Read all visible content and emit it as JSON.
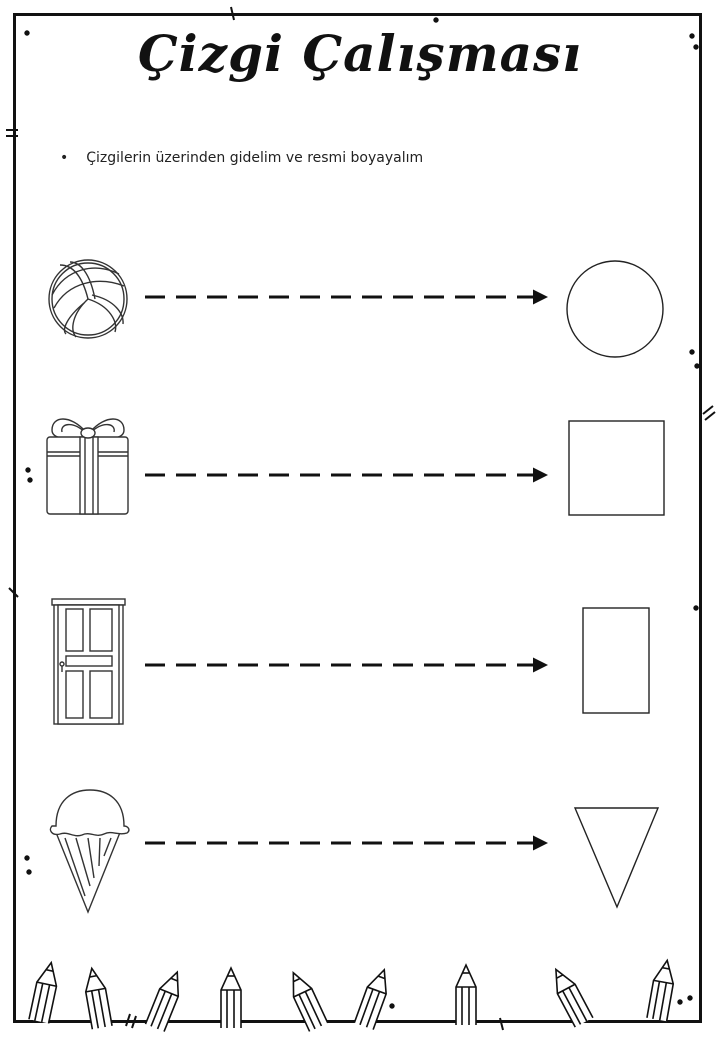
{
  "worksheet": {
    "title": "Çizgi Çalışması",
    "instruction": "Çizgilerin üzerinden gidelim ve resmi boyayalım",
    "bullet": "•"
  },
  "rows": [
    {
      "object": "volleyball-icon",
      "shape": "circle"
    },
    {
      "object": "gift-box-icon",
      "shape": "square"
    },
    {
      "object": "door-icon",
      "shape": "rectangle"
    },
    {
      "object": "ice-cream-cone-icon",
      "shape": "triangle"
    }
  ],
  "colors": {
    "ink": "#111111",
    "paper": "#ffffff"
  }
}
